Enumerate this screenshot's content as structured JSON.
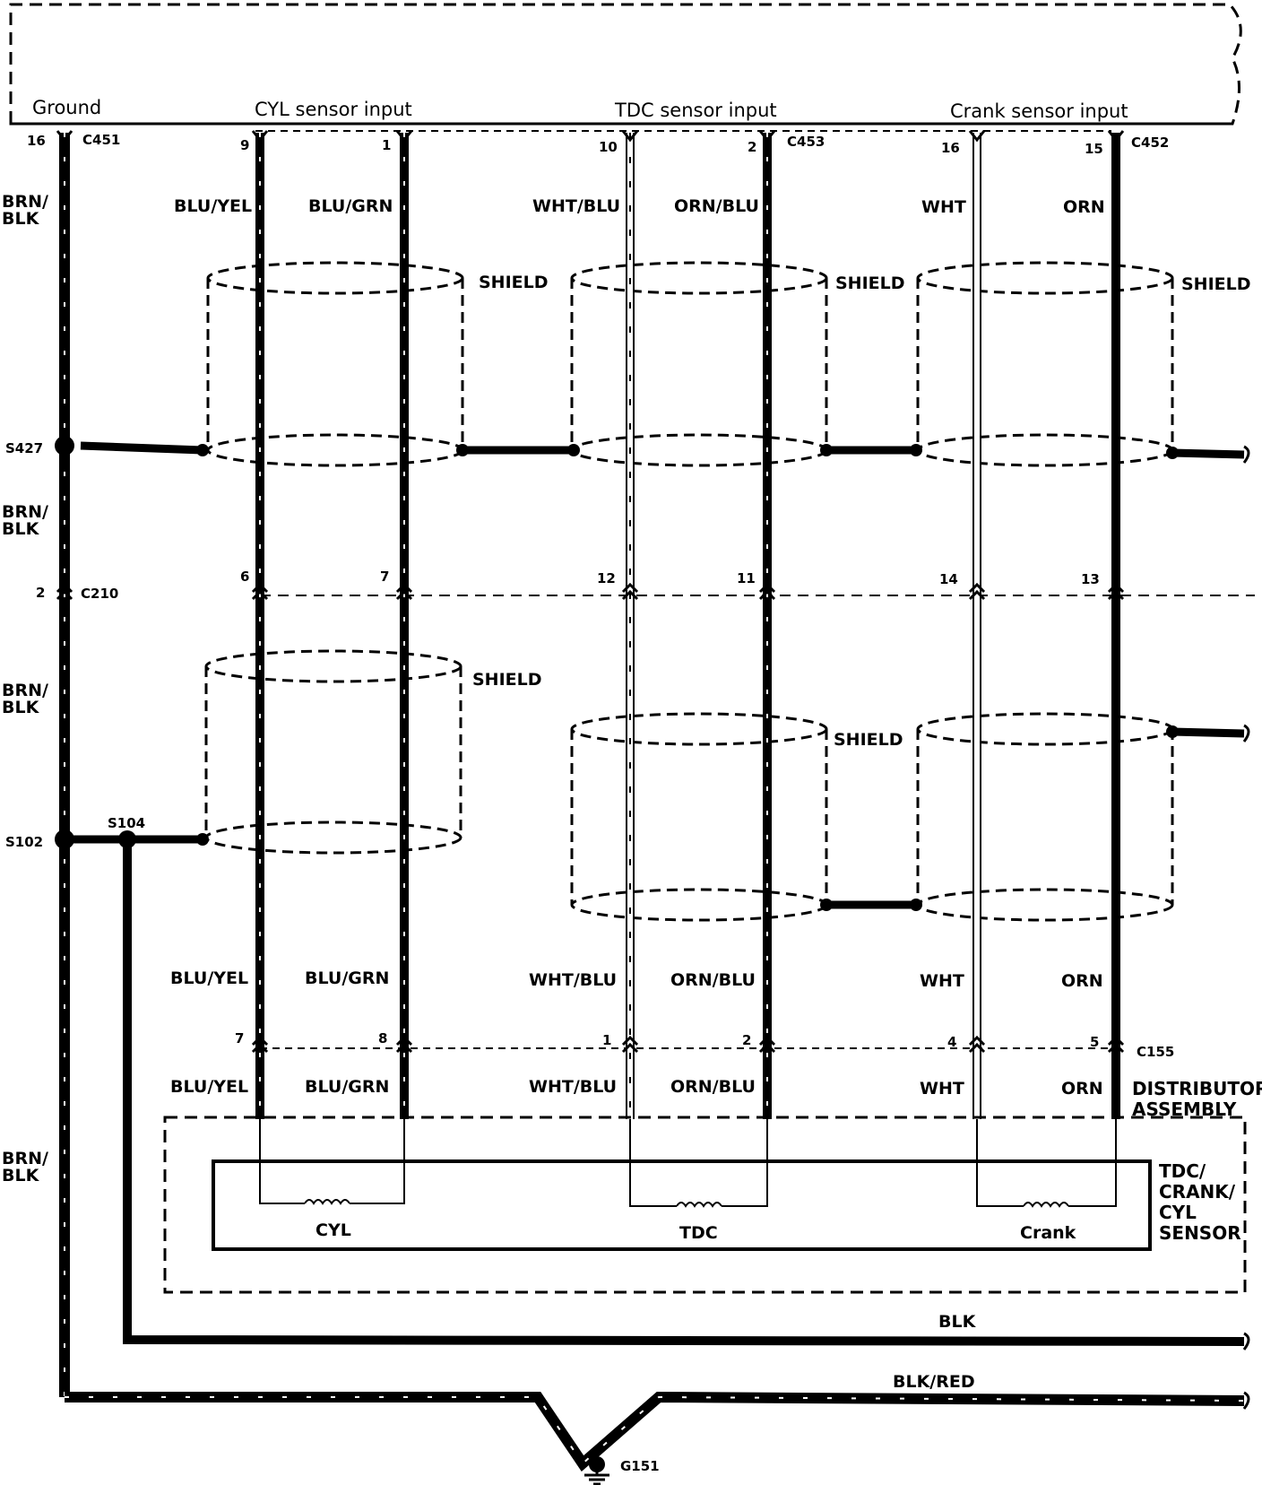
{
  "header": {
    "ground": "Ground",
    "cyl_input": "CYL sensor input",
    "tdc_input": "TDC sensor input",
    "crank_input": "Crank sensor input"
  },
  "connectors": {
    "c451": "C451",
    "c453": "C453",
    "c452": "C452",
    "c210": "C210",
    "c155": "C155"
  },
  "splices": {
    "s427": "S427",
    "s102": "S102",
    "s104": "S104"
  },
  "ground_point": "G151",
  "pins": {
    "top": [
      "16",
      "9",
      "1",
      "10",
      "2",
      "16",
      "15"
    ],
    "mid": [
      "2",
      "6",
      "7",
      "12",
      "11",
      "14",
      "13"
    ],
    "bottom": [
      "7",
      "8",
      "1",
      "2",
      "4",
      "5"
    ]
  },
  "wire_colors": {
    "brn_blk": "BRN/ BLK",
    "blu_yel": "BLU/YEL",
    "blu_grn": "BLU/GRN",
    "wht_blu": "WHT/BLU",
    "orn_blu": "ORN/BLU",
    "wht": "WHT",
    "orn": "ORN",
    "blk": "BLK",
    "blk_red": "BLK/RED"
  },
  "shield_label": "SHIELD",
  "distributor": {
    "line1": "DISTRIBUTOR",
    "line2": "ASSEMBLY"
  },
  "sensor_block": {
    "line1": "TDC/",
    "line2": "CRANK/",
    "line3": "CYL",
    "line4": "SENSOR"
  },
  "coils": {
    "cyl": "CYL",
    "tdc": "TDC",
    "crank": "Crank"
  }
}
